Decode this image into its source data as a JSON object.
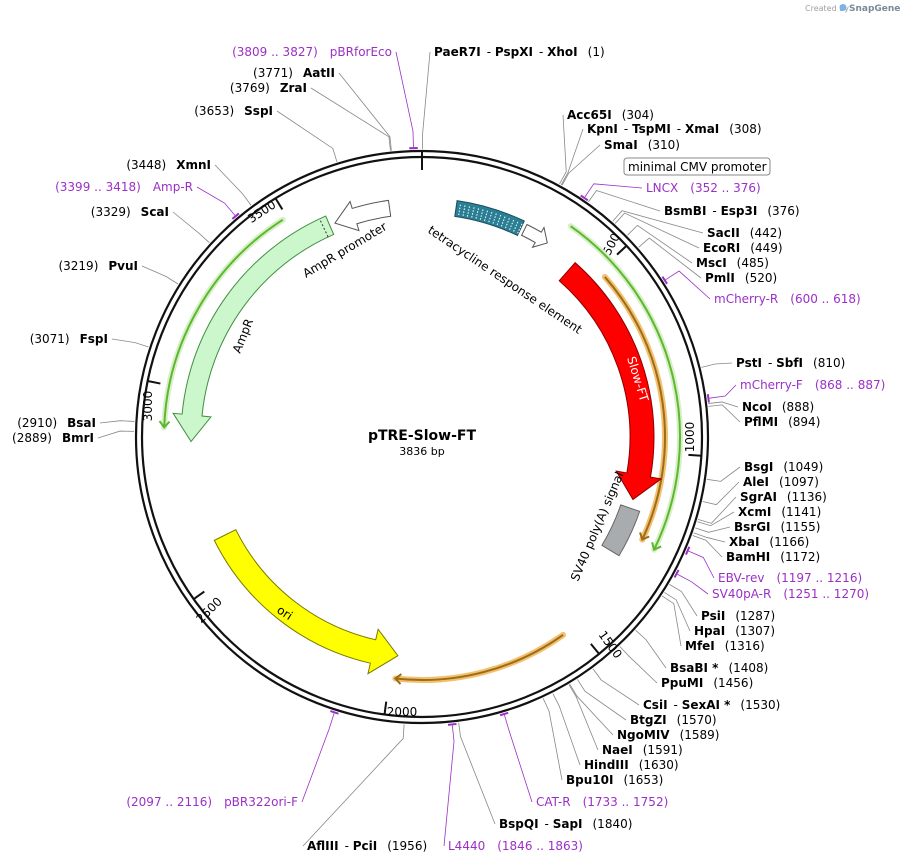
{
  "credit": {
    "prefix": "Created by",
    "brand": "SnapGene"
  },
  "plasmid": {
    "name": "pTRE-Slow-FT",
    "length_label": "3836 bp",
    "length": 3836
  },
  "ticks": [
    "500",
    "1000",
    "1500",
    "2000",
    "2500",
    "3000",
    "3500"
  ],
  "tick_values": [
    500,
    1000,
    1500,
    2000,
    2500,
    3000,
    3500
  ],
  "sites": [
    {
      "names": [
        "PaeR7I",
        "PspXI",
        "XhoI"
      ],
      "pos": "(1)"
    },
    {
      "names": [
        "Acc65I"
      ],
      "pos": "(304)"
    },
    {
      "names": [
        "KpnI",
        "TspMI",
        "XmaI"
      ],
      "pos": "(308)"
    },
    {
      "names": [
        "SmaI"
      ],
      "pos": "(310)"
    },
    {
      "names": [
        "BsmBI",
        "Esp3I"
      ],
      "pos": "(376)"
    },
    {
      "names": [
        "SacII"
      ],
      "pos": "(442)"
    },
    {
      "names": [
        "EcoRI"
      ],
      "pos": "(449)"
    },
    {
      "names": [
        "MscI"
      ],
      "pos": "(485)"
    },
    {
      "names": [
        "PmlI"
      ],
      "pos": "(520)"
    },
    {
      "names": [
        "PstI",
        "SbfI"
      ],
      "pos": "(810)"
    },
    {
      "names": [
        "NcoI"
      ],
      "pos": "(888)"
    },
    {
      "names": [
        "PflMI"
      ],
      "pos": "(894)"
    },
    {
      "names": [
        "BsgI"
      ],
      "pos": "(1049)"
    },
    {
      "names": [
        "AleI"
      ],
      "pos": "(1097)"
    },
    {
      "names": [
        "SgrAI"
      ],
      "pos": "(1136)"
    },
    {
      "names": [
        "XcmI"
      ],
      "pos": "(1141)"
    },
    {
      "names": [
        "BsrGI"
      ],
      "pos": "(1155)"
    },
    {
      "names": [
        "XbaI"
      ],
      "pos": "(1166)"
    },
    {
      "names": [
        "BamHI"
      ],
      "pos": "(1172)"
    },
    {
      "names": [
        "PsiI"
      ],
      "pos": "(1287)"
    },
    {
      "names": [
        "HpaI"
      ],
      "pos": "(1307)"
    },
    {
      "names": [
        "MfeI"
      ],
      "pos": "(1316)"
    },
    {
      "names": [
        "BsaBI *"
      ],
      "pos": "(1408)"
    },
    {
      "names": [
        "PpuMI"
      ],
      "pos": "(1456)"
    },
    {
      "names": [
        "CsiI",
        "SexAI *"
      ],
      "pos": "(1530)"
    },
    {
      "names": [
        "BtgZI"
      ],
      "pos": "(1570)"
    },
    {
      "names": [
        "NgoMIV"
      ],
      "pos": "(1589)"
    },
    {
      "names": [
        "NaeI"
      ],
      "pos": "(1591)"
    },
    {
      "names": [
        "HindIII"
      ],
      "pos": "(1630)"
    },
    {
      "names": [
        "Bpu10I"
      ],
      "pos": "(1653)"
    },
    {
      "names": [
        "BspQI",
        "SapI"
      ],
      "pos": "(1840)"
    },
    {
      "names": [
        "AflIII",
        "PciI"
      ],
      "pos": "(1956)"
    },
    {
      "names": [
        "BmrI"
      ],
      "pos": "(2889)"
    },
    {
      "names": [
        "BsaI"
      ],
      "pos": "(2910)"
    },
    {
      "names": [
        "FspI"
      ],
      "pos": "(3071)"
    },
    {
      "names": [
        "PvuI"
      ],
      "pos": "(3219)"
    },
    {
      "names": [
        "ScaI"
      ],
      "pos": "(3329)"
    },
    {
      "names": [
        "XmnI"
      ],
      "pos": "(3448)"
    },
    {
      "names": [
        "SspI"
      ],
      "pos": "(3653)"
    },
    {
      "names": [
        "ZraI"
      ],
      "pos": "(3769)"
    },
    {
      "names": [
        "AatII"
      ],
      "pos": "(3771)"
    }
  ],
  "primers": [
    {
      "name": "pBRforEco",
      "range": "(3809 .. 3827)"
    },
    {
      "name": "Amp-R",
      "range": "(3399 .. 3418)"
    },
    {
      "name": "LNCX",
      "range": "(352 .. 376)"
    },
    {
      "name": "mCherry-R",
      "range": "(600 .. 618)"
    },
    {
      "name": "mCherry-F",
      "range": "(868 .. 887)"
    },
    {
      "name": "EBV-rev",
      "range": "(1197 .. 1216)"
    },
    {
      "name": "SV40pA-R",
      "range": "(1251 .. 1270)"
    },
    {
      "name": "CAT-R",
      "range": "(1733 .. 1752)"
    },
    {
      "name": "L4440",
      "range": "(1846 .. 1863)"
    },
    {
      "name": "pBR322ori-F",
      "range": "(2097 .. 2116)"
    }
  ],
  "features": {
    "minimal_cmv": "minimal CMV promoter",
    "tre": "tetracycline response element",
    "slow_ft": "Slow-FT",
    "sv40": "SV40 poly(A) signal",
    "ampr_promoter": "AmpR promoter",
    "ampr": "AmpR",
    "ori": "ori"
  },
  "colors": {
    "backbone": "#111111",
    "primer": "#9b30c6",
    "slow_ft": "#ff0000",
    "tre": "#2a7f94",
    "sv40": "#a9acaf",
    "ampr": "#ccf6cc",
    "ori": "#ffff00",
    "orf_green": "#5cb82e",
    "orf_orange": "#f5c06e",
    "orf_brown": "#9a6d18"
  }
}
